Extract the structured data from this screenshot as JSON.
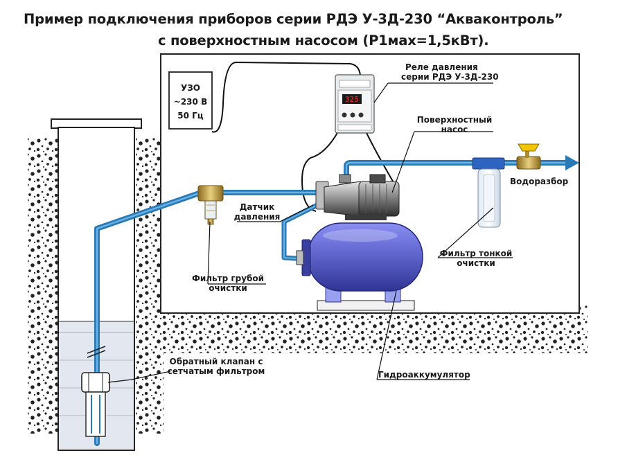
{
  "title": {
    "line1": "Пример подключения приборов серии РДЭ У-3Д-230  “Акваконтроль”",
    "line2": "с поверхностным насосом (Р1мах=1,5кВт)."
  },
  "labels": {
    "uzo": {
      "line1": "УЗО",
      "line2": "~230 В",
      "line3": "50 Гц"
    },
    "relay": {
      "line1": "Реле давления",
      "line2": "серии РДЭ У-3Д-230"
    },
    "relay_display": "325",
    "pump": {
      "line1": "Поверхностный",
      "line2": "насос"
    },
    "outlet": "Водоразбор",
    "sensor": {
      "line1": "Датчик",
      "line2": "давления"
    },
    "coarse_filter": {
      "line1": "Фильтр грубой",
      "line2": "очистки"
    },
    "fine_filter": {
      "line1": "Фильтр тонкой",
      "line2": "очистки"
    },
    "check_valve": {
      "line1": "Обратный клапан с",
      "line2": "сетчатым фильтром"
    },
    "accumulator": "Гидроаккумулятор"
  },
  "colors": {
    "pipe": "#2b7ab8",
    "pipe_light": "#5aa9dc",
    "tank": "#6a6fd8",
    "tank_dark": "#3a3f9e",
    "relay_display": "#d61f26",
    "soil": "#222222",
    "water": "#e3e8f0",
    "brass": "#c7a048",
    "valve_handle": "#f2c400"
  }
}
